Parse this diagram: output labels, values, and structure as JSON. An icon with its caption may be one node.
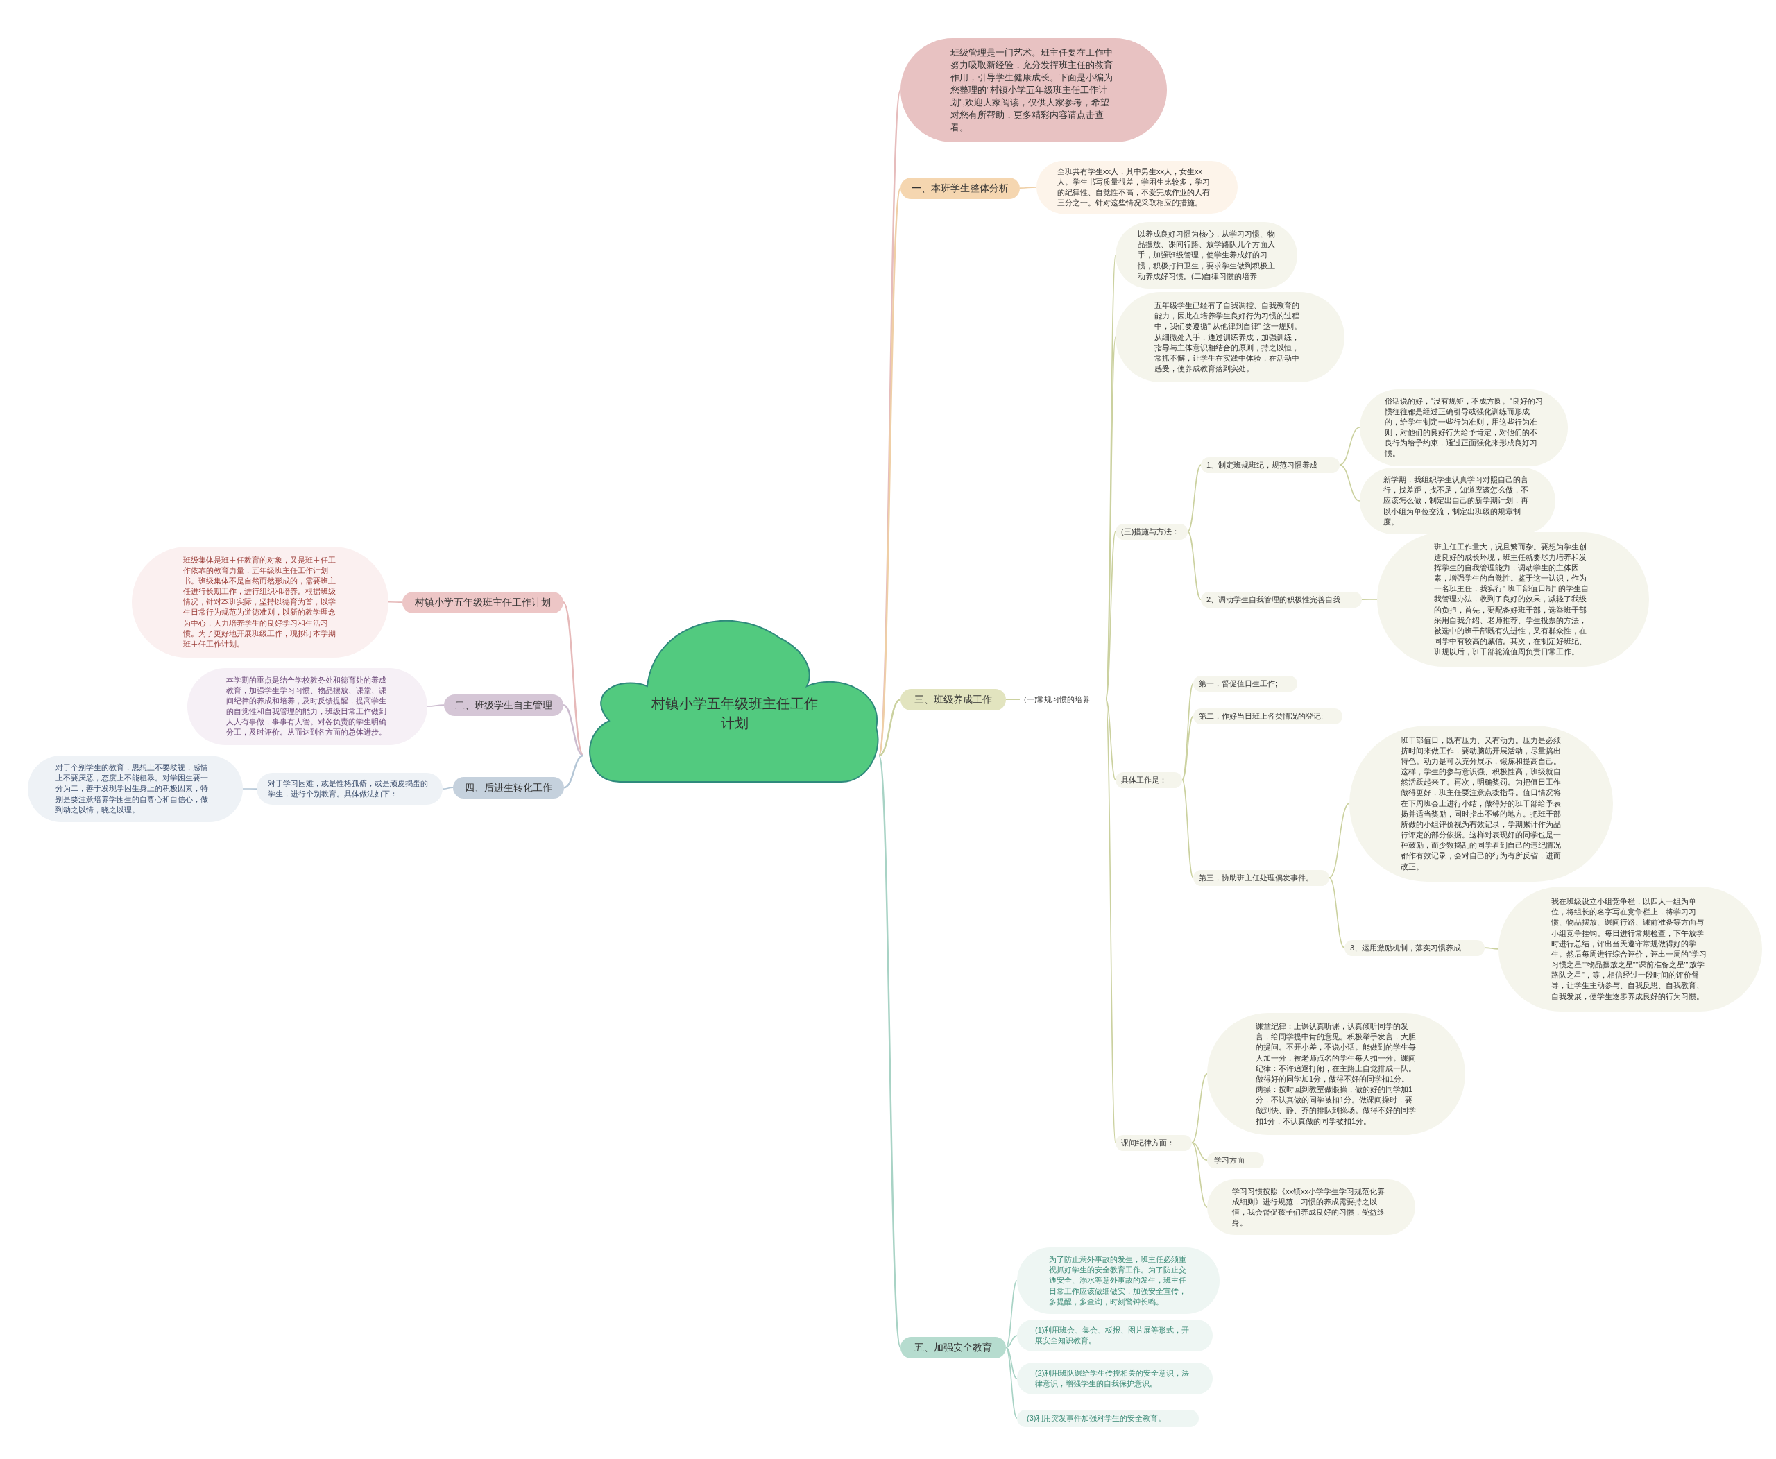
{
  "diagram": {
    "nodes": [
      {
        "text": [
          "村镇小学五年级班主任工作计划"
        ]
      },
      {
        "text": [
          "班级管理是一门艺术。班主任要在工作中努力吸取新经验，充分发挥班主任的教育作用，引导学生健康成长。下面是小编为您整理的\"村镇小学五年级班主任工作计划\",欢迎大家阅读，仅供大家参考，希望对您有所帮助，更多精彩内容请点击查看。"
        ]
      },
      {
        "text": [
          "一、本班学生整体分析"
        ]
      },
      {
        "text": [
          "全班共有学生xx人，其中男生xx人，女生xx人。学生书写质量很差，学困生比较多，学习的纪律性、自觉性不高，不爱完成作业的人有三分之一。针对这些情况采取相应的措施。"
        ]
      },
      {
        "text": [
          "三、班级养成工作"
        ]
      },
      {
        "text": [
          "(一)常规习惯的培养"
        ]
      },
      {
        "text": [
          "以养成良好习惯为核心，从学习习惯、物品摆放、课间行路、放学路队几个方面入手，加强班级管理，使学生养成好的习惯，积极打扫卫生，要求学生做到积极主动养成好习惯。(二)自律习惯的培养"
        ]
      },
      {
        "text": [
          "五年级学生已经有了自我调控、自我教育的能力，因此在培养学生良好行为习惯的过程中，我们要遵循\" 从他律到自律\" 这一规则。从细微处入手，通过训练养成，加强训练，指导与主体意识相结合的原则，持之以恒，常抓不懈，让学生在实践中体验，在活动中感受，使养成教育落到实处。"
        ]
      },
      {
        "text": [
          "(三)措施与方法："
        ]
      },
      {
        "text": [
          "1、制定班规班纪，规范习惯养成"
        ]
      },
      {
        "text": [
          "俗话说的好，\"没有规矩，不成方圆。\"良好的习惯往往都是经过正确引导或强化训练而形成的，给学生制定一些行为准则，用这些行为准则，对他们的良好行为给予肯定，对他们的不良行为给予约束，通过正面强化来形成良好习惯。"
        ]
      },
      {
        "text": [
          "新学期，我组织学生认真学习对照自己的言行，找差距，找不足，知道应该怎么做，不应该怎么做，制定出自己的新学期计划，再以小组为单位交流，制定出班级的规章制度。"
        ]
      },
      {
        "text": [
          "2、调动学生自我管理的积极性完善自我"
        ]
      },
      {
        "text": [
          "班主任工作量大，况且繁而杂。要想为学生创造良好的成长环境，班主任就要尽力培养和发挥学生的自我管理能力，调动学生的主体因素，增强学生的自觉性。鉴于这一认识，作为一名班主任，我实行\" 班干部值日制\" 的学生自我管理办法，收到了良好的效果，减轻了我级的负担，首先，要配备好班干部，选举班干部采用自我介绍、老师推荐、学生投票的方法，被选中的班干部既有先进性，又有群众性，在同学中有较高的威信。其次，在制定好班纪、班规以后，班干部轮流值周负责日常工作。"
        ]
      },
      {
        "text": [
          "具体工作是："
        ]
      },
      {
        "text": [
          "第一，督促值日生工作;"
        ]
      },
      {
        "text": [
          "第二，作好当日班上各类情况的登记;"
        ]
      },
      {
        "text": [
          "第三，协助班主任处理偶发事件。"
        ]
      },
      {
        "text": [
          "班干部值日，既有压力、又有动力。压力是必须挤时间来做工作，要动脑筋开展活动，尽量搞出特色。动力是可以充分展示，锻炼和提高自己。这样，学生的参与意识强、积极性高，班级就自然活跃起来了。再次，明确奖罚。为把值日工作做得更好，班主任要注意点拨指导。值日情况将在下周班会上进行小结，做得好的班干部给予表扬并适当奖励，同时指出不够的地方。把班干部所做的小组评价视为有效记录，学期累计作为品行评定的部分依据。这样对表现好的同学也是一种鼓励，而少数捣乱的同学看到自己的违纪情况都作有效记录，会对自己的行为有所反省，进而改正。"
        ]
      },
      {
        "text": [
          "3、运用激励机制，落实习惯养成"
        ]
      },
      {
        "text": [
          "我在班级设立小组竞争栏，以四人一组为单位，将组长的名字写在竞争栏上，将学习习惯、物品摆放、课间行路、课前准备等方面与小组竞争挂钩。每日进行常规检查，下午放学时进行总结，评出当天遵守常规做得好的学生。然后每周进行综合评价，评出一周的\"学习习惯之星\"\"物品摆放之星\"\"课前准备之星\"\"放学路队之星\"，等，相信经过一段时间的评价督导，让学生主动参与、自我反思、自我教育、自我发展，使学生逐步养成良好的行为习惯。"
        ]
      },
      {
        "text": [
          "课间纪律方面："
        ]
      },
      {
        "text": [
          "课堂纪律：上课认真听课，认真倾听同学的发言，给同学提中肯的意见。积极举手发言，大胆的提问。不开小差，不说小话。能做到的学生每人加一分，被老师点名的学生每人扣一分。课间纪律：不许追逐打闹，在主路上自觉排成一队。做得好的同学加1分，做得不好的同学扣1分。两操：按时回到教室做眼操，做的好的同学加1分，不认真做的同学被扣1分。做课间操时，要做到快、静、齐的排队到操场。做得不好的同学扣1分，不认真做的同学被扣1分。"
        ]
      },
      {
        "text": [
          "学习方面"
        ]
      },
      {
        "text": [
          "学习习惯按照《xx镇xx小学学生学习规范化养成细则》进行规范，习惯的养成需要持之以恒，我会督促孩子们养成良好的习惯，受益终身。"
        ]
      },
      {
        "text": [
          "五、加强安全教育"
        ]
      },
      {
        "text": [
          "为了防止意外事故的发生，班主任必须重视抓好学生的安全教育工作。为了防止交通安全、溺水等意外事故的发生，班主任日常工作应该做细做实，加强安全宣传，多提醒，多查询，时刻警钟长鸣。"
        ]
      },
      {
        "text": [
          "(1)利用班会、集会、板报、图片展等形式，开展安全知识教育。"
        ]
      },
      {
        "text": [
          "(2)利用班队课给学生传授相关的安全意识，法律意识，增强学生的自我保护意识。"
        ]
      },
      {
        "text": [
          "(3)利用突发事件加强对学生的安全教育。"
        ]
      },
      {
        "text": [
          "村镇小学五年级班主任工作计划"
        ]
      },
      {
        "text": [
          "班级集体是班主任教育的对象，又是班主任工作依靠的教育力量，五年级班主任工作计划书。班级集体不是自然而然形成的，需要班主任进行长期工作，进行组织和培养。根据班级情况，针对本班实际，坚持以德育为首，以学生日常行为规范为道德准则，以新的教学理念为中心，大力培养学生的良好学习和生活习惯。为了更好地开展班级工作，现拟订本学期班主任工作计划。"
        ]
      },
      {
        "text": [
          "二、班级学生自主管理"
        ]
      },
      {
        "text": [
          "本学期的重点是结合学校教务处和德育处的养成教育，加强学生学习习惯、物品摆放、课堂、课间纪律的养成和培养，及时反馈提醒，提高学生的自觉性和自我管理的能力，班级日常工作做到人人有事做，事事有人管。对各负责的学生明确分工，及时评价。从而达到各方面的总体进步。"
        ]
      },
      {
        "text": [
          "四、后进生转化工作"
        ]
      },
      {
        "text": [
          "对于学习困难，或是性格孤僻，或是顽皮捣蛋的学生，进行个别教育。具体做法如下："
        ]
      },
      {
        "text": [
          "对于个别学生的教育，思想上不要歧视，感情上不要厌恶，态度上不能粗暴。对学困生要一分为二，善于发现学困生身上的积极因素，特别是要注意培养学困生的自尊心和自信心，做到动之以情，晓之以理。"
        ]
      }
    ],
    "edges": [
      {
        "from": 0,
        "to": 1,
        "arrow": "none",
        "color": "#e6bcbc"
      },
      {
        "from": 0,
        "to": 2,
        "arrow": "none",
        "color": "#efcfa6"
      },
      {
        "from": 2,
        "to": 3,
        "arrow": "none",
        "color": "#efcfa6"
      },
      {
        "from": 0,
        "to": 4,
        "arrow": "none"
      },
      {
        "from": 4,
        "to": 5,
        "arrow": "none"
      },
      {
        "from": 5,
        "to": 6,
        "arrow": "none"
      },
      {
        "from": 5,
        "to": 7,
        "arrow": "none"
      },
      {
        "from": 5,
        "to": 8,
        "arrow": "none"
      },
      {
        "from": 8,
        "to": 9,
        "arrow": "none"
      },
      {
        "from": 9,
        "to": 10,
        "arrow": "none"
      },
      {
        "from": 9,
        "to": 11,
        "arrow": "none"
      },
      {
        "from": 8,
        "to": 12,
        "arrow": "none"
      },
      {
        "from": 12,
        "to": 13,
        "arrow": "none"
      },
      {
        "from": 5,
        "to": 14,
        "arrow": "none"
      },
      {
        "from": 14,
        "to": 15,
        "arrow": "none"
      },
      {
        "from": 14,
        "to": 16,
        "arrow": "none"
      },
      {
        "from": 14,
        "to": 17,
        "arrow": "none"
      },
      {
        "from": 17,
        "to": 18,
        "arrow": "none"
      },
      {
        "from": 17,
        "to": 19,
        "arrow": "none"
      },
      {
        "from": 19,
        "to": 20,
        "arrow": "none"
      },
      {
        "from": 5,
        "to": 21,
        "arrow": "none"
      },
      {
        "from": 21,
        "to": 22,
        "arrow": "none"
      },
      {
        "from": 21,
        "to": 23,
        "arrow": "none"
      },
      {
        "from": 21,
        "to": 24,
        "arrow": "none"
      },
      {
        "from": 0,
        "to": 25,
        "arrow": "none",
        "color": "#a8d3c5"
      },
      {
        "from": 25,
        "to": 26,
        "arrow": "none",
        "color": "#a8d3c5"
      },
      {
        "from": 25,
        "to": 27,
        "arrow": "none",
        "color": "#a8d3c5"
      },
      {
        "from": 25,
        "to": 28,
        "arrow": "none",
        "color": "#a8d3c5"
      },
      {
        "from": 25,
        "to": 29,
        "arrow": "none",
        "color": "#a8d3c5"
      },
      {
        "from": 0,
        "to": 30,
        "arrow": "none",
        "color": "#e6b9b9"
      },
      {
        "from": 30,
        "to": 31,
        "arrow": "none",
        "color": "#e6b9b9"
      },
      {
        "from": 0,
        "to": 32,
        "arrow": "none",
        "color": "#ccbccf"
      },
      {
        "from": 32,
        "to": 33,
        "arrow": "none",
        "color": "#ccbccf"
      },
      {
        "from": 0,
        "to": 34,
        "arrow": "none",
        "color": "#b4c6d6"
      },
      {
        "from": 34,
        "to": 35,
        "arrow": "none",
        "color": "#b4c6d6"
      },
      {
        "from": 35,
        "to": 36,
        "arrow": "none",
        "color": "#b4c6d6"
      }
    ]
  }
}
